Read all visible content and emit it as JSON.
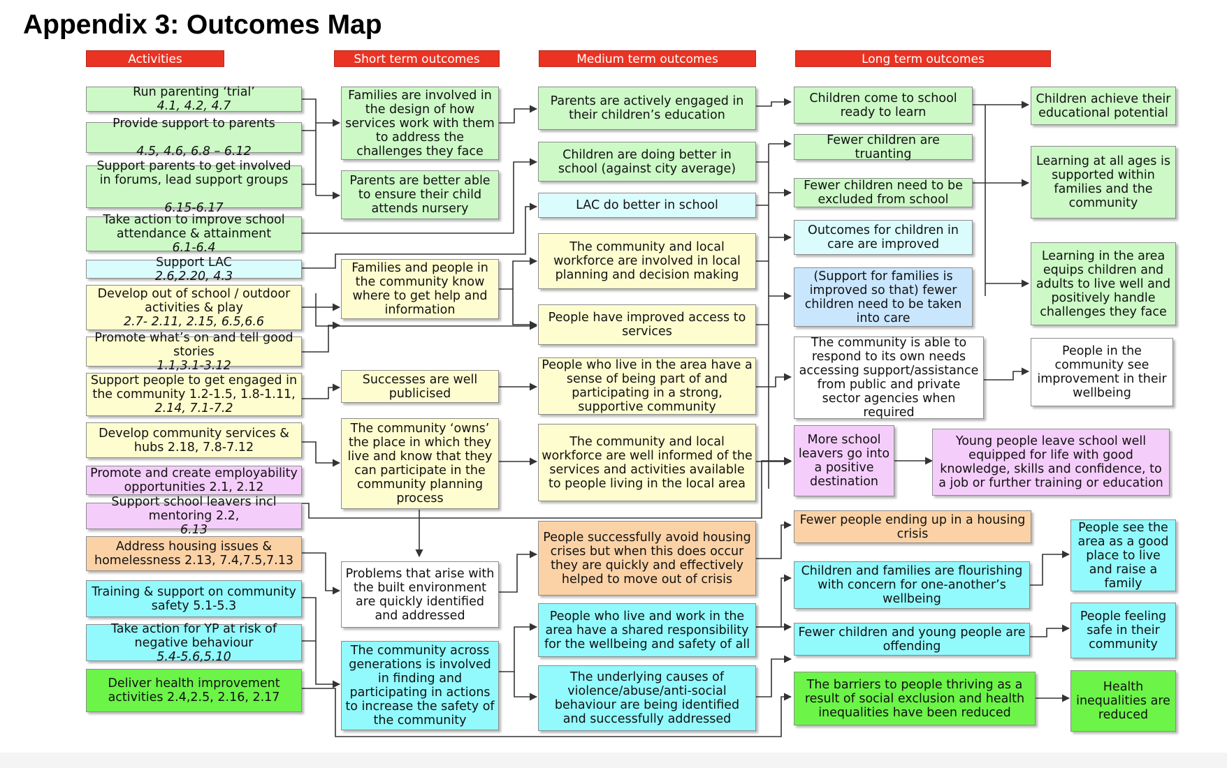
{
  "title": "Appendix 3: Outcomes Map",
  "headers": {
    "activities": "Activities",
    "short": "Short term outcomes",
    "medium": "Medium term outcomes",
    "long": "Long term outcomes"
  },
  "activities": [
    {
      "text": "Run parenting ‘trial’",
      "ref": "4.1, 4.2, 4.7"
    },
    {
      "text": "Provide support to parents",
      "ref": "4.5, 4.6, 6.8 – 6.12"
    },
    {
      "text": "Support parents to get involved in forums, lead support groups",
      "ref": "6.15-6.17"
    },
    {
      "text": "Take action to improve school attendance & attainment",
      "ref": "6.1-6.4"
    },
    {
      "text": "Support LAC",
      "ref": "2.6,2.20, 4.3"
    },
    {
      "text": "Develop out of school / outdoor activities & play",
      "ref": "2.7- 2.11, 2.15, 6.5,6.6"
    },
    {
      "text": "Promote what’s on and tell good stories",
      "ref": "1.1,3.1-3.12"
    },
    {
      "text": "Support people to get engaged in the community 1.2-1.5, 1.8-1.11,",
      "ref": "2.14, 7.1-7.2"
    },
    {
      "text": "Develop community services & hubs 2.18, 7.8-7.12",
      "ref": ""
    },
    {
      "text": "Promote and create employability opportunities 2.1, 2.12",
      "ref": ""
    },
    {
      "text": "Support school leavers incl mentoring 2.2,",
      "ref": "6.13"
    },
    {
      "text": "Address housing issues & homelessness 2.13, 7.4,7.5,7.13",
      "ref": ""
    },
    {
      "text": "Training & support on community safety 5.1-5.3",
      "ref": ""
    },
    {
      "text": "Take action for YP at risk of negative behaviour",
      "ref": "5.4-5.6,5.10"
    },
    {
      "text": "Deliver health improvement activities 2.4,2.5, 2.16, 2.17",
      "ref": ""
    }
  ],
  "short": [
    "Families are involved in the design of how services work with them to address the challenges they face",
    "Parents are better able to ensure their child attends nursery",
    "Families and people in the community know where to get help and information",
    "Successes are well publicised",
    "The community ‘owns’ the place in which they live and know that they can participate in the community planning process",
    "Problems that arise with the built environment are quickly identified and addressed",
    "The community across generations is involved in finding and participating in actions to increase the safety of the community"
  ],
  "medium": [
    "Parents are actively engaged in their children’s education",
    "Children are doing better in school (against city average)",
    "LAC do better in school",
    "The community and local workforce are involved in local planning and decision making",
    "People have improved access to services",
    "People who live in the area have a sense of being part of and participating in a strong, supportive community",
    "The community and local workforce are well informed of the services and activities available to people living in the local area",
    "People successfully avoid housing crises but when this does occur they are quickly and effectively helped to move out of crisis",
    "People who live and work in the area have a shared responsibility for the wellbeing and safety of all",
    "The underlying causes of violence/abuse/anti-social behaviour are being identified and successfully addressed"
  ],
  "long": [
    "Children come to school ready to learn",
    "Fewer children are truanting",
    "Fewer children need to be excluded from school",
    "Outcomes for children in care are improved",
    "(Support for families is improved so that) fewer children need to be taken into care",
    "The community is able to respond to its own needs accessing support/assistance from public and private sector agencies when required",
    "More school leavers go into a positive destination",
    "Fewer people ending up in a housing crisis",
    "Children and families are flourishing with concern for one-another’s wellbeing",
    "Fewer children and young people are offending",
    "The barriers to people thriving as a result of social exclusion and health inequalities have been reduced"
  ],
  "final": [
    "Children achieve their educational potential",
    "Learning at all ages is supported within families and the community",
    "Learning in the area equips children and adults to live well and positively handle challenges they face",
    "People in the community see improvement in their wellbeing",
    "Young people leave school well equipped for life with good knowledge, skills and confidence, to a job or further training or education",
    "People see the area as a good place to live and raise a family",
    "People feeling safe in their community",
    "Health inequalities are reduced"
  ]
}
